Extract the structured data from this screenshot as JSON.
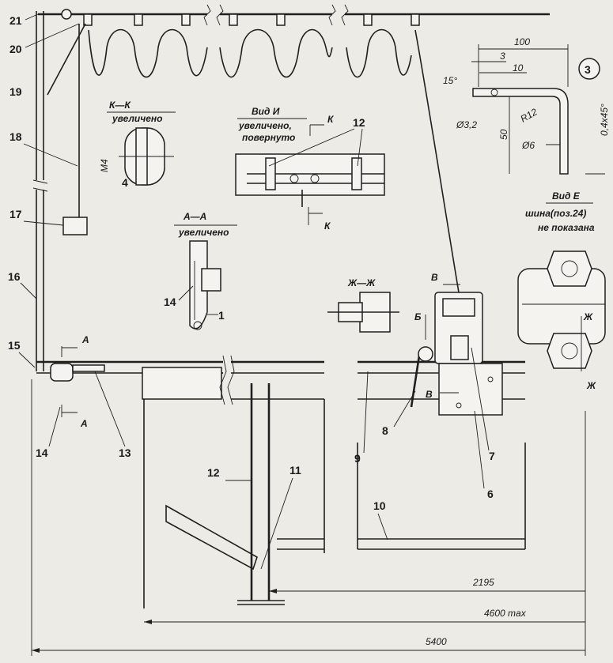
{
  "figure_number": "3",
  "part_labels": [
    "1",
    "4",
    "6",
    "7",
    "8",
    "9",
    "10",
    "11",
    "12",
    "12",
    "13",
    "14",
    "14",
    "15",
    "16",
    "17",
    "18",
    "19",
    "20",
    "21"
  ],
  "sections": {
    "k": {
      "title": "К—К",
      "subtitle": "увеличено",
      "thread": "М4"
    },
    "i": {
      "title": "Вид И",
      "line1": "увеличено,",
      "line2": "повернуто",
      "cut": "К"
    },
    "a": {
      "title": "А—А",
      "subtitle": "увеличено"
    },
    "zh": {
      "title": "Ж—Ж"
    },
    "e": {
      "title": "Вид Е",
      "line1": "шина(поз.24)",
      "line2": "не показана",
      "cut": "Ж"
    }
  },
  "bracket_dims": {
    "d100": "100",
    "d3": "3",
    "d10": "10",
    "angle": "15°",
    "hole": "Ø3,2",
    "r": "R12",
    "h50": "50",
    "rod": "Ø6",
    "chamfer": "0,4x45°"
  },
  "cut_marks": {
    "a": "А",
    "b": "Б",
    "v": "В"
  },
  "main_dims": {
    "d1": "2195",
    "d2": "4600 max",
    "d3": "5400"
  }
}
